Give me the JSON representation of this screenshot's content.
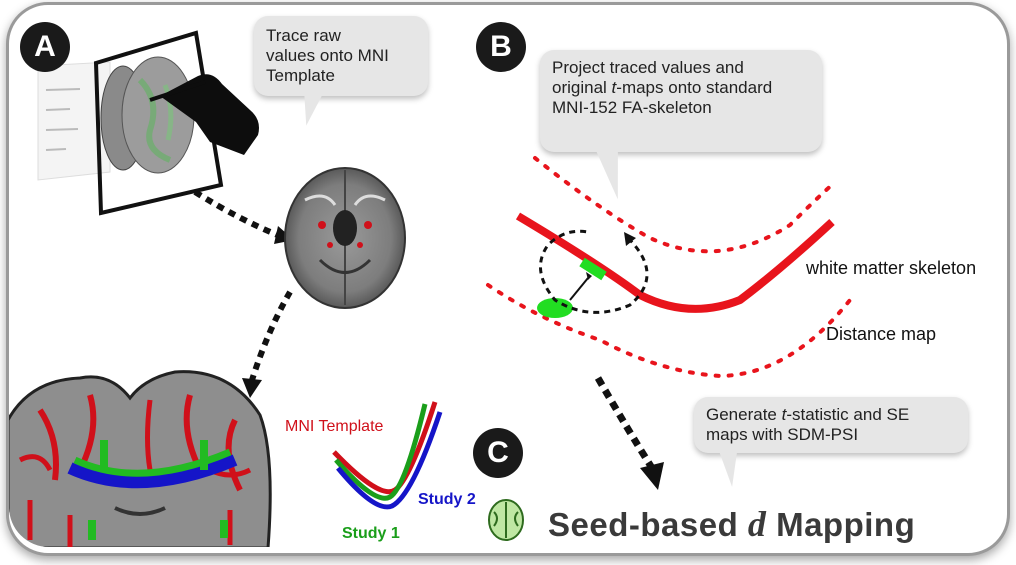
{
  "panels": {
    "a": {
      "badge": "A"
    },
    "b": {
      "badge": "B"
    },
    "c": {
      "badge": "C"
    }
  },
  "bubbles": {
    "trace": {
      "lines": [
        "Trace raw",
        "values onto MNI",
        "Template"
      ]
    },
    "project": {
      "line1": "Project traced values and",
      "line2_pre": "original ",
      "line2_italic": "t",
      "line2_post": "-maps onto standard",
      "line3": "MNI-152 FA-skeleton"
    },
    "generate": {
      "line1_pre": "Generate ",
      "line1_italic": "t",
      "line1_post": "-statistic and SE",
      "line2": "maps with SDM-PSI"
    }
  },
  "labels": {
    "white_matter_skeleton": "white matter skeleton",
    "distance_map": "Distance map",
    "mni_template": "MNI Template",
    "study_1": "Study 1",
    "study_2": "Study 2"
  },
  "title": {
    "pre": "Seed-based ",
    "italic": "d",
    "post": " Mapping"
  },
  "colors": {
    "skeleton": "#e8141c",
    "traced": "#22dd22",
    "study1": "#1a9e1a",
    "study2": "#1515c8",
    "mni": "#d0101a",
    "badge": "#1a1a1a",
    "bubble": "#e6e6e6"
  }
}
